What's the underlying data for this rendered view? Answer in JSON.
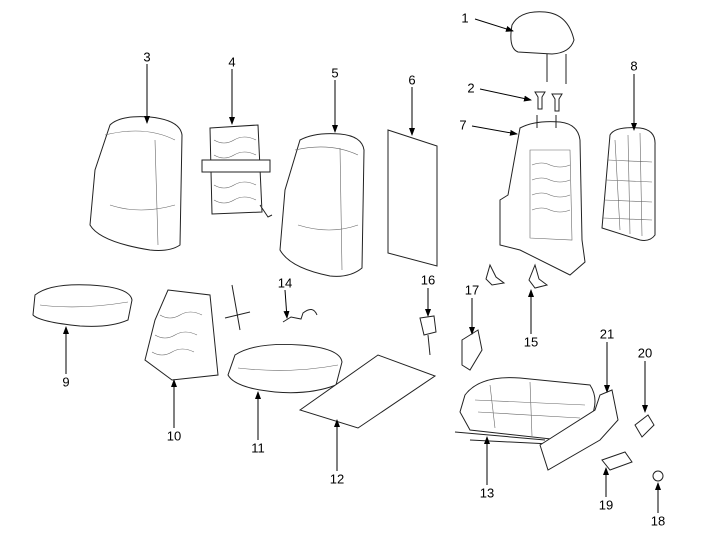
{
  "diagram": {
    "type": "exploded-parts-view",
    "callouts": [
      {
        "id": "1",
        "label": "1"
      },
      {
        "id": "2",
        "label": "2"
      },
      {
        "id": "3",
        "label": "3"
      },
      {
        "id": "4",
        "label": "4"
      },
      {
        "id": "5",
        "label": "5"
      },
      {
        "id": "6",
        "label": "6"
      },
      {
        "id": "7",
        "label": "7"
      },
      {
        "id": "8",
        "label": "8"
      },
      {
        "id": "9",
        "label": "9"
      },
      {
        "id": "10",
        "label": "10"
      },
      {
        "id": "11",
        "label": "11"
      },
      {
        "id": "12",
        "label": "12"
      },
      {
        "id": "13",
        "label": "13"
      },
      {
        "id": "14",
        "label": "14"
      },
      {
        "id": "15",
        "label": "15"
      },
      {
        "id": "16",
        "label": "16"
      },
      {
        "id": "17",
        "label": "17"
      },
      {
        "id": "18",
        "label": "18"
      },
      {
        "id": "19",
        "label": "19"
      },
      {
        "id": "20",
        "label": "20"
      },
      {
        "id": "21",
        "label": "21"
      }
    ]
  }
}
